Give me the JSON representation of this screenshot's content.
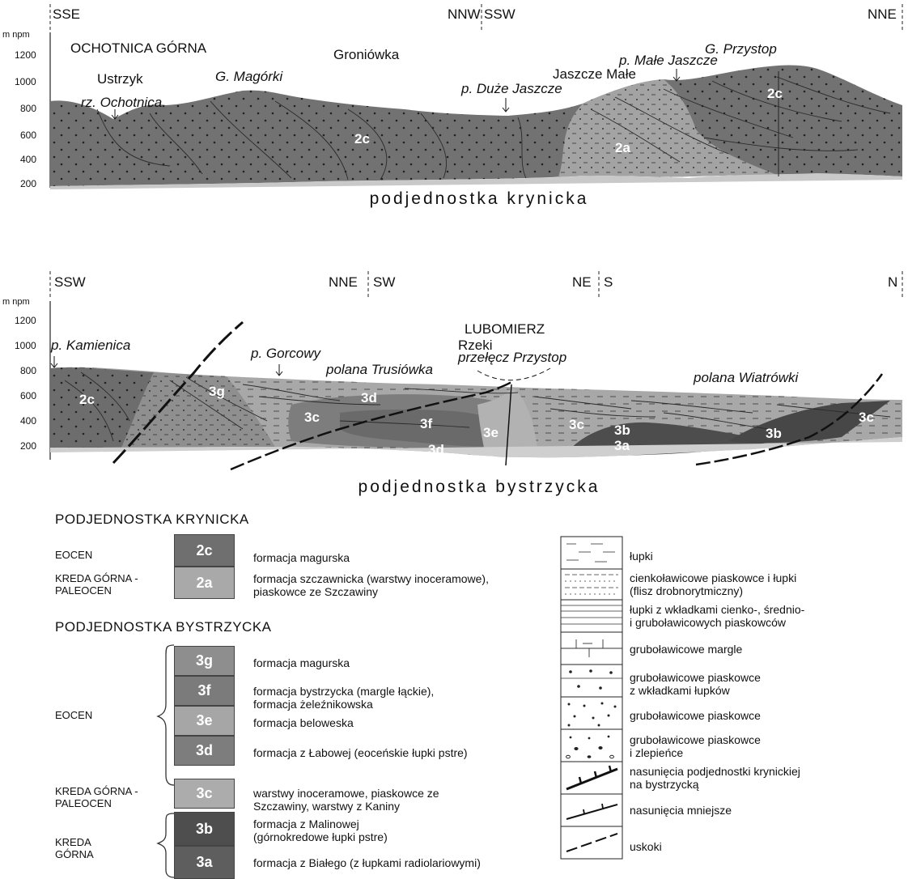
{
  "section1": {
    "unit_label": "m npm",
    "ticks": [
      "1200",
      "1000",
      "800",
      "600",
      "400",
      "200"
    ],
    "dir_left_1": "SSE",
    "dir_right_1": "NNW",
    "dir_left_2": "SSW",
    "dir_right_2": "NNE",
    "place_ochotnica": "OCHOTNICA GÓRNA",
    "place_ustrzyk": "Ustrzyk",
    "place_rz_ochotnica": "rz. Ochotnica",
    "place_magorki": "G. Magórki",
    "place_groniowka": "Groniówka",
    "place_duze_jaszcze": "p. Duże Jaszcze",
    "place_jaszcze_male": "Jaszcze Małe",
    "place_male_jaszcze": "p. Małe Jaszcze",
    "place_przystop": "G. Przystop",
    "code_2c_a": "2c",
    "code_2a": "2a",
    "code_2c_b": "2c",
    "unit_name": "podjednostka krynicka"
  },
  "section2": {
    "unit_label": "m npm",
    "ticks": [
      "1200",
      "1000",
      "800",
      "600",
      "400",
      "200"
    ],
    "dir_1": "SSW",
    "dir_2": "NNE",
    "dir_3": "SW",
    "dir_4": "NE",
    "dir_5": "S",
    "dir_6": "N",
    "place_kamienica": "p. Kamienica",
    "place_gorcowy": "p. Gorcowy",
    "place_trusiowka": "polana Trusiówka",
    "place_lubomierz": "LUBOMIERZ",
    "place_rzeki": "Rzeki",
    "place_przelecz": "przełęcz Przystop",
    "place_wiatrowki": "polana Wiatrówki",
    "codes": {
      "c2c": "2c",
      "c3g": "3g",
      "c3d_top": "3d",
      "c3c_a": "3c",
      "c3f": "3f",
      "c3e": "3e",
      "c3d_bottom": "3d",
      "c3c_b": "3c",
      "c3b_a": "3b",
      "c3a": "3a",
      "c3b_b": "3b",
      "c3c_c": "3c"
    },
    "unit_name": "podjednostka bystrzycka"
  },
  "legend": {
    "heading_krynicka": "PODJEDNOSTKA KRYNICKA",
    "heading_bystrzycka": "PODJEDNOSTKA BYSTRZYCKA",
    "ages": {
      "eocen_1": "EOCEN",
      "kreda_paleocen_1": "KREDA GÓRNA -\nPALEOCEN",
      "eocen_2": "EOCEN",
      "kreda_paleocen_2": "KREDA GÓRNA -\nPALEOCEN",
      "kreda_gorna": "KREDA\nGÓRNA"
    },
    "units": [
      {
        "code": "2c",
        "color": "#6f6f6f",
        "desc": "formacja magurska"
      },
      {
        "code": "2a",
        "color": "#a9a9a9",
        "desc": "formacja szczawnicka (warstwy inoceramowe),\npiaskowce ze Szczawiny"
      },
      {
        "code": "3g",
        "color": "#8e8e8e",
        "desc": "formacja magurska"
      },
      {
        "code": "3f",
        "color": "#7b7b7b",
        "desc": "formacja bystrzycka (margle łąckie),\nformacja żeleźnikowska"
      },
      {
        "code": "3e",
        "color": "#a6a6a6",
        "desc": "formacja beloweska"
      },
      {
        "code": "3d",
        "color": "#7d7d7d",
        "desc": "formacja z Łabowej (eoceńskie łupki pstre)"
      },
      {
        "code": "3c",
        "color": "#acacac",
        "desc": "warstwy inoceramowe, piaskowce ze\nSzczawiny, warstwy z Kaniny"
      },
      {
        "code": "3b",
        "color": "#4e4e4e",
        "desc": "formacja z Malinowej\n(górnokredowe łupki pstre)"
      },
      {
        "code": "3a",
        "color": "#5e5e5e",
        "desc": "formacja z Białego (z łupkami radiolariowymi)"
      }
    ],
    "symbols": [
      "łupki",
      "cienkoławicowe piaskowce i łupki\n(flisz drobnorytmiczny)",
      "łupki z wkładkami cienko-, średnio-\ni gruboławicowych piaskowców",
      "gruboławicowe margle",
      "gruboławicowe piaskowce\nz wkładkami łupków",
      "gruboławicowe piaskowce",
      "gruboławicowe piaskowce\ni zlepieńce",
      "nasunięcia podjednostki krynickiej\nna bystrzycką",
      "nasunięcia mniejsze",
      "uskoki"
    ]
  }
}
